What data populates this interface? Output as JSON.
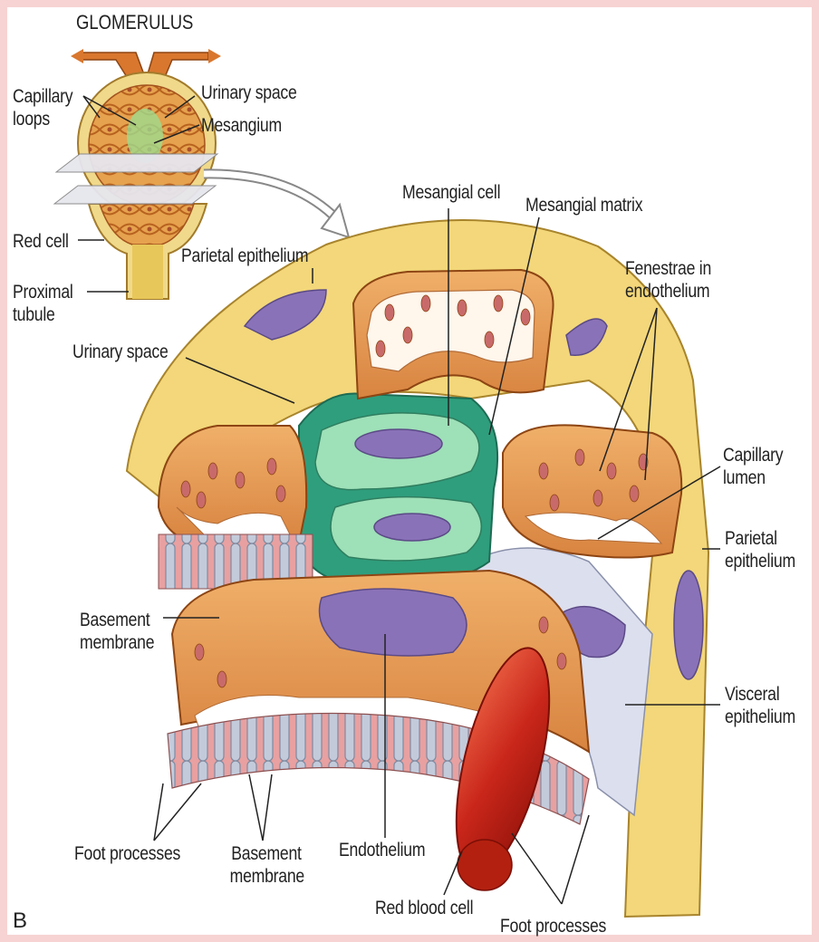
{
  "figure": {
    "panel_letter": "B",
    "inset_title": "GLOMERULUS"
  },
  "labels": {
    "capillary_loops": [
      "Capillary",
      "loops"
    ],
    "urinary_space_inset": "Urinary space",
    "mesangium": "Mesangium",
    "red_cell": "Red cell",
    "proximal_tubule": [
      "Proximal",
      "tubule"
    ],
    "mesangial_cell": "Mesangial cell",
    "mesangial_matrix": "Mesangial matrix",
    "parietal_epithelium_top": "Parietal epithelium",
    "fenestrae": [
      "Fenestrae in",
      "endothelium"
    ],
    "urinary_space_main": "Urinary space",
    "capillary_lumen": [
      "Capillary",
      "lumen"
    ],
    "parietal_epithelium_right": [
      "Parietal",
      "epithelium"
    ],
    "basement_membrane_left": [
      "Basement",
      "membrane"
    ],
    "visceral_epithelium": [
      "Visceral",
      "epithelium"
    ],
    "foot_processes_left": "Foot processes",
    "basement_membrane_bottom": [
      "Basement",
      "membrane"
    ],
    "endothelium": "Endothelium",
    "red_blood_cell": "Red blood cell",
    "foot_processes_right": "Foot processes"
  },
  "colors": {
    "background_border": "#f7d3d3",
    "parietal_layer": "#f3d77a",
    "capillary_wall": "#e39a55",
    "mesangium": "#2f9e7d",
    "mesangial_cell": "#9ee0b8",
    "nucleus": "#8a72b8",
    "foot_process": "#b9c4d6",
    "basement_membrane": "#e9a3a3",
    "red_blood_cell": "#c9261a"
  }
}
